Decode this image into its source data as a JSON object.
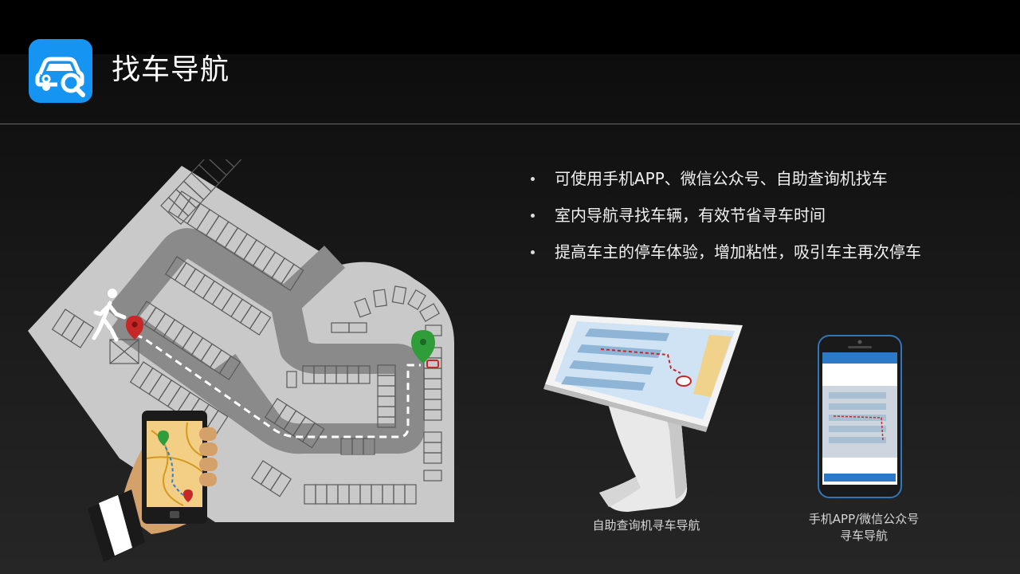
{
  "header": {
    "title": "找车导航",
    "app_icon": "car-search-icon",
    "accent_color": "#1694f2"
  },
  "features": [
    "可使用手机APP、微信公众号、自助查询机找车",
    "室内导航寻找车辆，有效节省寻车时间",
    "提高车主的停车体验，增加粘性，吸引车主再次停车"
  ],
  "devices": {
    "kiosk_caption": "自助查询机寻车导航",
    "phone_caption_line1": "手机APP/微信公众号",
    "phone_caption_line2": "寻车导航"
  },
  "illustration": {
    "map_icon": "parking-lot-map-icon",
    "pedestrian_icon": "walking-person-icon",
    "start_pin_color": "#c62828",
    "car_pin_color": "#2e9d3a"
  }
}
